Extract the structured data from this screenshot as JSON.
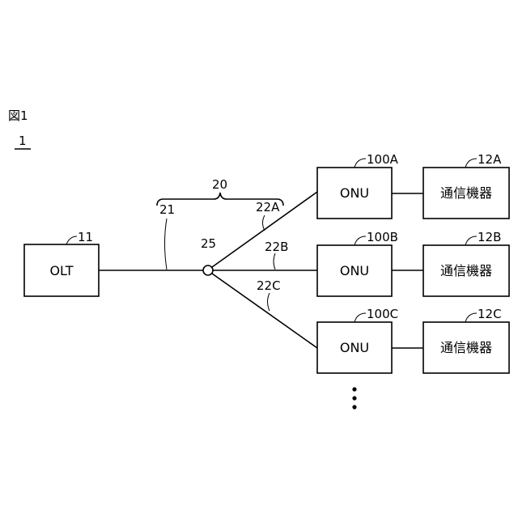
{
  "figure": {
    "title": "図1",
    "system_number": "1"
  },
  "network": {
    "number": "20"
  },
  "olt": {
    "label": "OLT",
    "number": "11"
  },
  "splitter": {
    "number": "25"
  },
  "fibers": {
    "trunk": "21",
    "branch_a": "22A",
    "branch_b": "22B",
    "branch_c": "22C"
  },
  "onus": [
    {
      "label": "ONU",
      "number": "100A"
    },
    {
      "label": "ONU",
      "number": "100B"
    },
    {
      "label": "ONU",
      "number": "100C"
    }
  ],
  "devices": [
    {
      "label": "通信機器",
      "number": "12A"
    },
    {
      "label": "通信機器",
      "number": "12B"
    },
    {
      "label": "通信機器",
      "number": "12C"
    }
  ]
}
